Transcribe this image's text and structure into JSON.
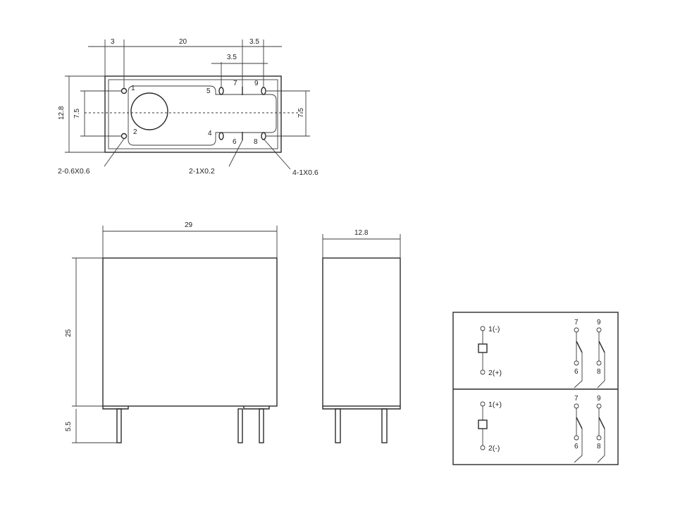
{
  "top_view": {
    "dim_pitch_left": "3",
    "dim_pitch_main": "20",
    "dim_pitch_right": "3.5",
    "dim_pitch_inner": "3.5",
    "dim_height_outer": "12.8",
    "dim_height_left": "7.5",
    "dim_height_right": "7.5",
    "pins": [
      "1",
      "2",
      "4",
      "5",
      "6",
      "7",
      "8",
      "9"
    ],
    "callout_coil_pins": "2-0.6X0.6",
    "callout_com_pins": "2-1X0.2",
    "callout_contact_pins": "4-1X0.6"
  },
  "front_view": {
    "dim_width": "29",
    "dim_height": "25",
    "dim_pin_length": "5.5"
  },
  "side_view": {
    "dim_depth": "12.8"
  },
  "schematic": {
    "panels": [
      {
        "coil_top": "1(-)",
        "coil_bottom": "2(+)",
        "c7": "7",
        "c9": "9",
        "c6": "6",
        "c8": "8"
      },
      {
        "coil_top": "1(+)",
        "coil_bottom": "2(-)",
        "c7": "7",
        "c9": "9",
        "c6": "6",
        "c8": "8"
      }
    ]
  }
}
